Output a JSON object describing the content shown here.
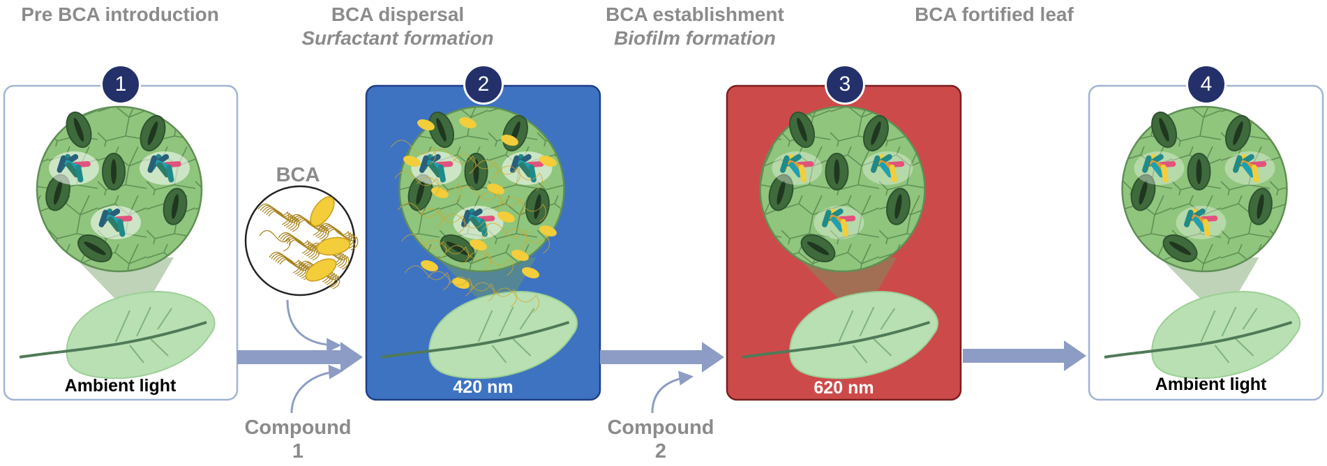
{
  "stages": [
    {
      "title": "Pre BCA introduction",
      "subtitle": "",
      "number": "1",
      "panel_label": "Ambient light",
      "panel_color": "#ffffff",
      "border_color": "#9fb4d4",
      "label_color": "#000000"
    },
    {
      "title": "BCA dispersal",
      "subtitle": "Surfactant formation",
      "number": "2",
      "panel_label": "420 nm",
      "panel_color": "#3e73c2",
      "border_color": "#1f3f86",
      "label_color": "#ffffff"
    },
    {
      "title": "BCA establishment",
      "subtitle": "Biofilm formation",
      "number": "3",
      "panel_label": "620 nm",
      "panel_color": "#cd4a4a",
      "border_color": "#7a1f1f",
      "label_color": "#ffffff"
    },
    {
      "title": "BCA fortified leaf",
      "subtitle": "",
      "number": "4",
      "panel_label": "Ambient light",
      "panel_color": "#ffffff",
      "border_color": "#9fb4d4",
      "label_color": "#000000"
    }
  ],
  "inputs": {
    "bca_label": "BCA",
    "compound_1": [
      "Compound",
      "1"
    ],
    "compound_2": [
      "Compound",
      "2"
    ]
  },
  "colors": {
    "arrow": "#8c9cc4",
    "text_gray": "#8b8b8b",
    "leaf_light": "#b8e0b3",
    "leaf_circle": "#8fc57c",
    "bca_yellow": "#f3cd3a",
    "badge": "#23306a"
  }
}
